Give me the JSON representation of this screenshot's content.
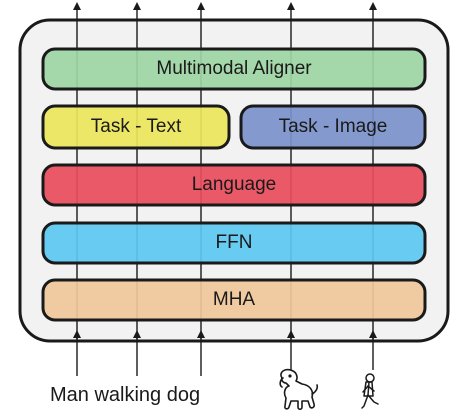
{
  "blocks": {
    "aligner": {
      "label": "Multimodal Aligner",
      "color": "#9dd5a3"
    },
    "task_text": {
      "label": "Task - Text",
      "color": "#ebe65a"
    },
    "task_image": {
      "label": "Task - Image",
      "color": "#7b93cc"
    },
    "language": {
      "label": "Language",
      "color": "#e84c5c"
    },
    "ffn": {
      "label": "FFN",
      "color": "#5cc8f2"
    },
    "mha": {
      "label": "MHA",
      "color": "#f0c89a"
    }
  },
  "container": {
    "color": "#f2f2f2"
  },
  "inputs": {
    "text": "Man walking dog",
    "image_1": "dog-icon",
    "image_2": "walking-person-icon"
  }
}
